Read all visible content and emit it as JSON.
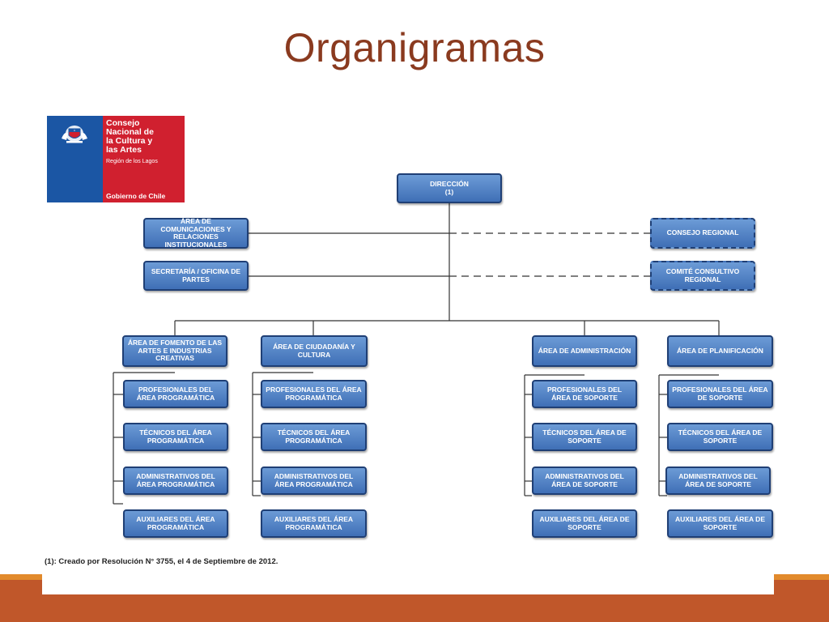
{
  "title": "Organigramas",
  "logo": {
    "name_lines": [
      "Consejo",
      "Nacional de",
      "la Cultura y",
      "las Artes"
    ],
    "region": "Región de los Lagos",
    "government": "Gobierno de Chile",
    "crest_icon": "chile-coat-of-arms-icon"
  },
  "colors": {
    "title": "#8a3a1f",
    "bar": "#c0572a",
    "bar_accent": "#e28a2c",
    "box": "#4a7cc0",
    "box_border": "#1f3f75",
    "logo_blue": "#1b56a4",
    "logo_red": "#d0202f"
  },
  "org": {
    "direccion": "DIRECCIÓN\n(1)",
    "comunicaciones": "ÁREA DE COMUNICACIONES Y RELACIONES INSTITUCIONALES",
    "secretaria": "SECRETARÍA / OFICINA DE PARTES",
    "consejo_regional": "CONSEJO REGIONAL",
    "comite": "COMITÉ CONSULTIVO REGIONAL",
    "areas": [
      {
        "name": "ÁREA DE FOMENTO DE LAS ARTES E INDUSTRIAS CREATIVAS",
        "subs": [
          "PROFESIONALES DEL ÁREA PROGRAMÁTICA",
          "TÉCNICOS DEL ÁREA PROGRAMÁTICA",
          "ADMINISTRATIVOS DEL ÁREA PROGRAMÁTICA",
          "AUXILIARES DEL ÁREA PROGRAMÁTICA"
        ]
      },
      {
        "name": "ÁREA DE CIUDADANÍA Y CULTURA",
        "subs": [
          "PROFESIONALES DEL ÁREA PROGRAMÁTICA",
          "TÉCNICOS DEL ÁREA PROGRAMÁTICA",
          "ADMINISTRATIVOS DEL ÁREA PROGRAMÁTICA",
          "AUXILIARES DEL ÁREA PROGRAMÁTICA"
        ]
      },
      {
        "name": "ÁREA DE ADMINISTRACIÓN",
        "subs": [
          "PROFESIONALES DEL ÁREA DE SOPORTE",
          "TÉCNICOS DEL ÁREA DE SOPORTE",
          "ADMINISTRATIVOS DEL ÁREA DE SOPORTE",
          "AUXILIARES DEL ÁREA DE SOPORTE"
        ]
      },
      {
        "name": "ÁREA DE PLANIFICACIÓN",
        "subs": [
          "PROFESIONALES DEL ÁREA DE SOPORTE",
          "TÉCNICOS DEL ÁREA DE SOPORTE",
          "ADMINISTRATIVOS DEL ÁREA DE SOPORTE",
          "AUXILIARES DEL ÁREA DE SOPORTE"
        ]
      }
    ]
  },
  "footnote": "(1): Creado por Resolución N° 3755, el 4 de Septiembre de 2012."
}
